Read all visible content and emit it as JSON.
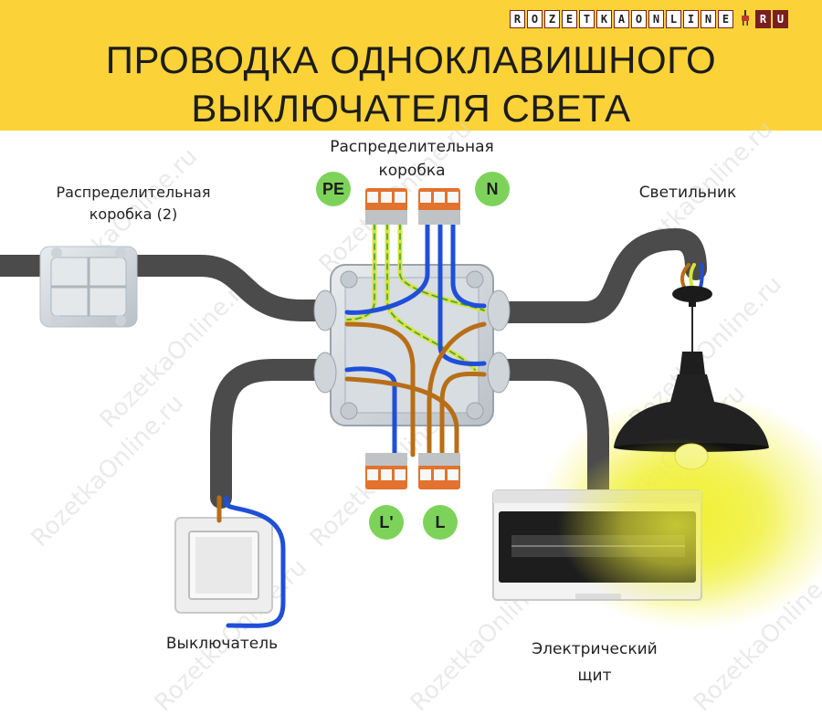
{
  "header": {
    "title_line1": "ПРОВОДКА ОДНОКЛАВИШНОГО",
    "title_line2": "ВЫКЛЮЧАТЕЛЯ СВЕТА",
    "background": "#fbd338"
  },
  "logo": {
    "letters": [
      "R",
      "O",
      "Z",
      "E",
      "T",
      "K",
      "A",
      "O",
      "N",
      "L",
      "I",
      "N",
      "E"
    ],
    "suffix_letters": [
      "R",
      "U"
    ],
    "icon": "plug-icon"
  },
  "labels": {
    "junction_box_main_line1": "Распределительная",
    "junction_box_main_line2": "коробка",
    "junction_box_2_line1": "Распределительная",
    "junction_box_2_line2": "коробка (2)",
    "lamp": "Светильник",
    "switch": "Выключатель",
    "panel_line1": "Электрический",
    "panel_line2": "щит"
  },
  "terminals": {
    "pe": "PE",
    "n": "N",
    "l_prime": "L'",
    "l": "L"
  },
  "watermark": "RozetkaOnline.ru",
  "colors": {
    "cable": "#4b4b4b",
    "neutral": "#1f4fd8",
    "phase": "#b86e16",
    "earth_yellow": "#d6e43a",
    "earth_green": "#3ea04a",
    "terminal_green": "#7dd35a",
    "connector_orange": "#e2722e",
    "lamp_glow": "#f1f03a"
  }
}
